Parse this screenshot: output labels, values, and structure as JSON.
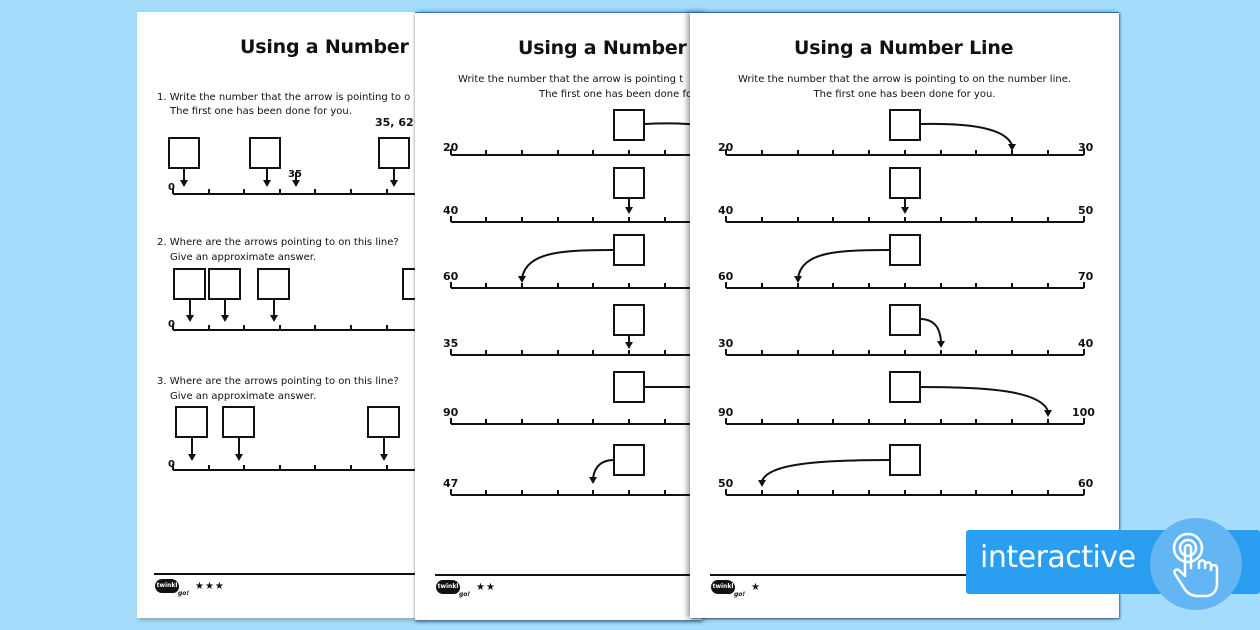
{
  "background_color": "#a6dcfb",
  "pages": {
    "left": {
      "title": "Using a Number",
      "q1": {
        "line1": "1. Write the number that the arrow is pointing to o",
        "line2": "The first one has been done for you.",
        "hint": "35, 62",
        "start_label": "0",
        "example_label": "35"
      },
      "q2": {
        "line1": "2. Where are the arrows pointing to on this line?",
        "line2": "Give an approximate answer.",
        "start_label": "0"
      },
      "q3": {
        "line1": "3. Where are the arrows pointing to on this line?",
        "line2": "Give an approximate answer.",
        "start_label": "0"
      },
      "footer": {
        "logo": "twinkl",
        "logo_sub": "go!",
        "stars": "★★★"
      }
    },
    "middle": {
      "title": "Using a Number",
      "instr_line1": "Write the number that the arrow is pointing t",
      "instr_line2": "The first one has been done fo",
      "lines": [
        {
          "start": "20"
        },
        {
          "start": "40"
        },
        {
          "start": "60"
        },
        {
          "start": "35"
        },
        {
          "start": "90"
        },
        {
          "start": "47"
        }
      ],
      "footer": {
        "logo": "twinkl",
        "logo_sub": "go!",
        "stars": "★★"
      }
    },
    "front": {
      "title": "Using a Number Line",
      "instr_line1": "Write the number that the arrow is pointing to on the number line.",
      "instr_line2": "The first one has been done for you.",
      "lines": [
        {
          "start": "20",
          "end": "30",
          "arrow_tick": 8
        },
        {
          "start": "40",
          "end": "50",
          "arrow_tick": 5
        },
        {
          "start": "60",
          "end": "70",
          "arrow_tick": 2
        },
        {
          "start": "30",
          "end": "40",
          "arrow_tick": 6
        },
        {
          "start": "90",
          "end": "100",
          "arrow_tick": 9
        },
        {
          "start": "50",
          "end": "60",
          "arrow_tick": 1
        }
      ],
      "footer": {
        "logo": "twinkl",
        "logo_sub": "go!",
        "stars": "★"
      }
    }
  },
  "badge": {
    "label": "interactive",
    "icon": "touch-hand-icon",
    "color": "#2a9ef0"
  }
}
